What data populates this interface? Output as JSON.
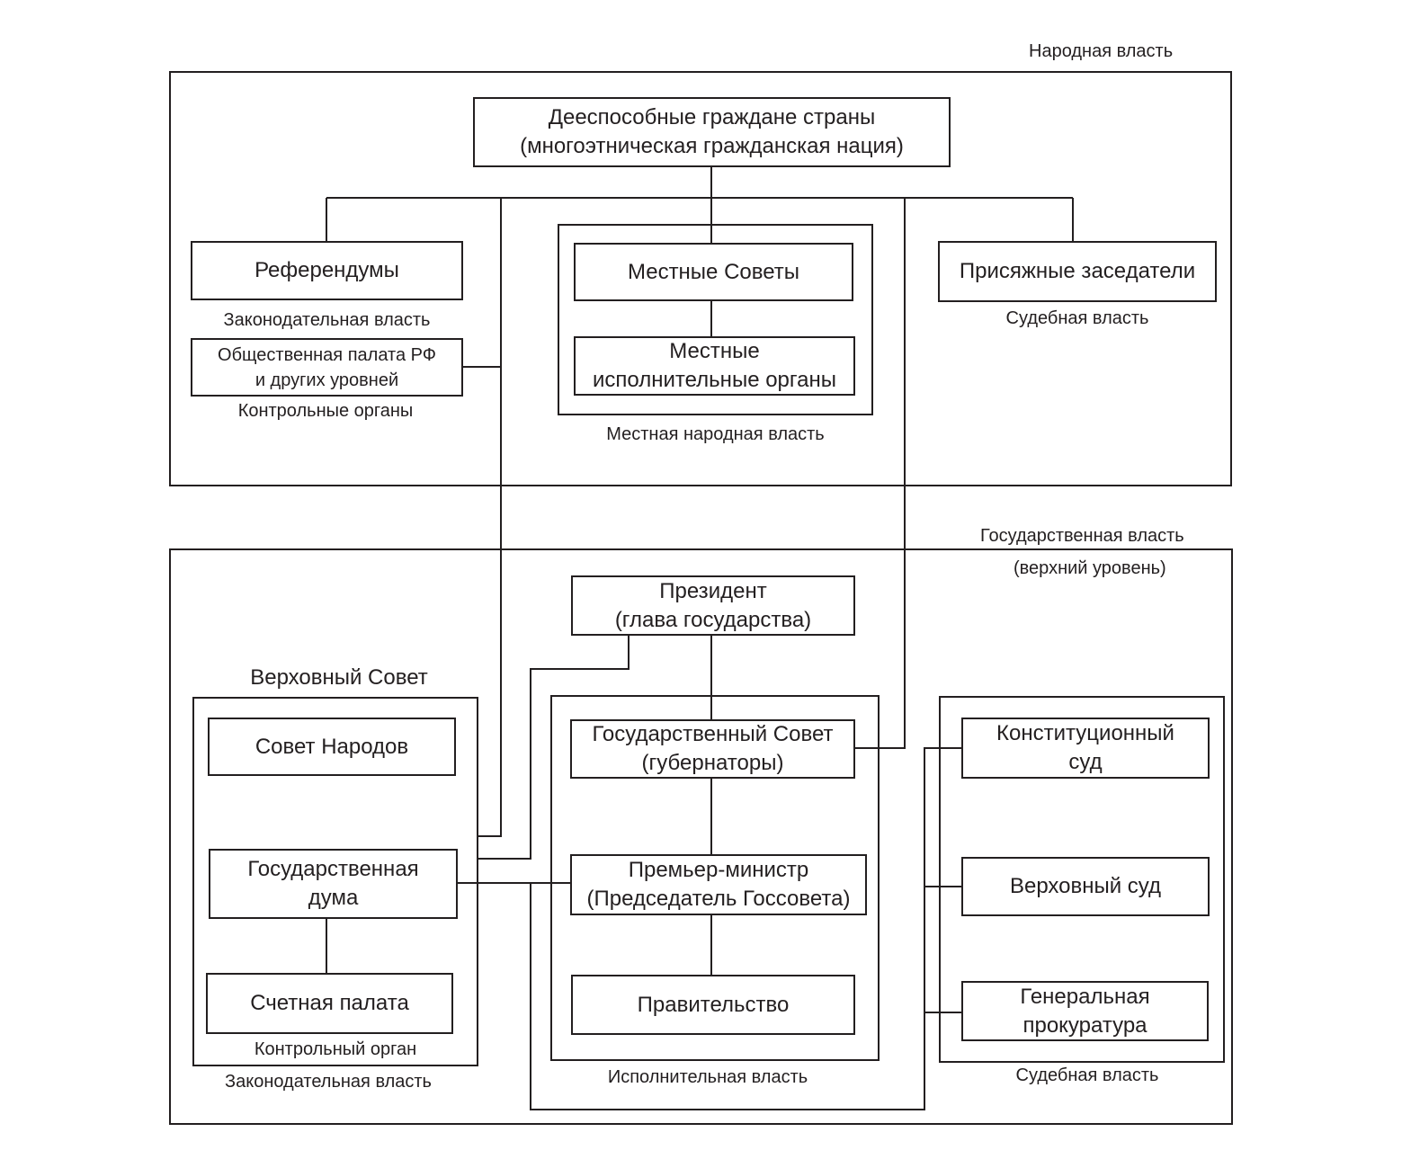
{
  "people_power": {
    "title": "Народная власть",
    "citizens": "Дееспособные граждане страны\n(многоэтническая гражданская нация)",
    "referendums": "Референдумы",
    "legislative_label": "Законодательная власть",
    "public_chamber": "Общественная палата РФ\nи других уровней",
    "control_bodies_label": "Контрольные органы",
    "local_councils": "Местные Советы",
    "local_executive": "Местные\nисполнительные органы",
    "local_power_label": "Местная народная власть",
    "jurors": "Присяжные заседатели",
    "judicial_label": "Судебная власть"
  },
  "state_power": {
    "title": "Государственная власть",
    "subtitle": "(верхний уровень)",
    "president": "Президент\n(глава государства)",
    "supreme_council": "Верховный Совет",
    "council_of_peoples": "Совет Народов",
    "state_duma": "Государственная\nдума",
    "accounts_chamber": "Счетная палата",
    "control_body_label": "Контрольный орган",
    "legislative_label": "Законодательная власть",
    "state_council": "Государственный Совет\n(губернаторы)",
    "prime_minister": "Премьер-министр\n(Председатель Госсовета)",
    "government": "Правительство",
    "executive_label": "Исполнительная власть",
    "constitutional_court": "Конституционный\nсуд",
    "supreme_court": "Верховный суд",
    "prosecutor_general": "Генеральная\nпрокуратура",
    "judicial_label": "Судебная власть"
  }
}
